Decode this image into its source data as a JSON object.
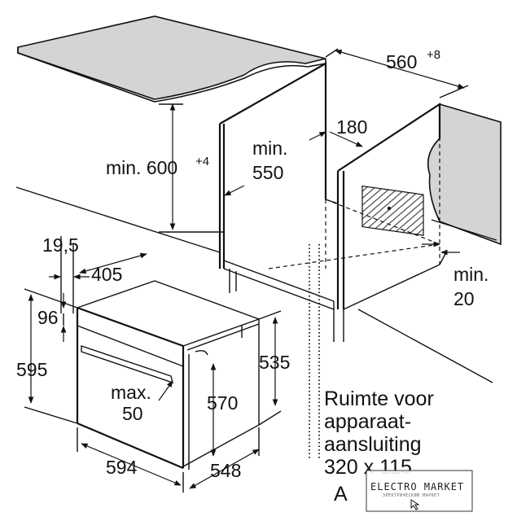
{
  "dimensions": {
    "worktop_width": "560",
    "worktop_width_tol": "+8",
    "niche_height_label": "min. 600",
    "niche_height_tol": "+4",
    "niche_depth_line1": "min.",
    "niche_depth_line2": "550",
    "rear_gap": "180",
    "side_gap_line1": "min.",
    "side_gap_line2": "20",
    "front_panel": "19,5",
    "body_depth_top": "405",
    "top_strip": "96",
    "front_height": "595",
    "body_height": "535",
    "inner_height": "570",
    "handle_line1": "max.",
    "handle_line2": "50",
    "front_width": "594",
    "body_depth": "548"
  },
  "note": {
    "line1": "Ruimte voor",
    "line2": "apparaat-",
    "line3": "aansluiting",
    "line4": "320 x 115",
    "line5": "A"
  },
  "watermark": {
    "title": "ELECTRO MARKET",
    "subtitle": "ЭЛЕКТРИЧЕСКИЙ МАРКЕТ"
  },
  "colors": {
    "worktop": "#d4d4d4",
    "line": "#111111",
    "hatch": "#333333"
  }
}
